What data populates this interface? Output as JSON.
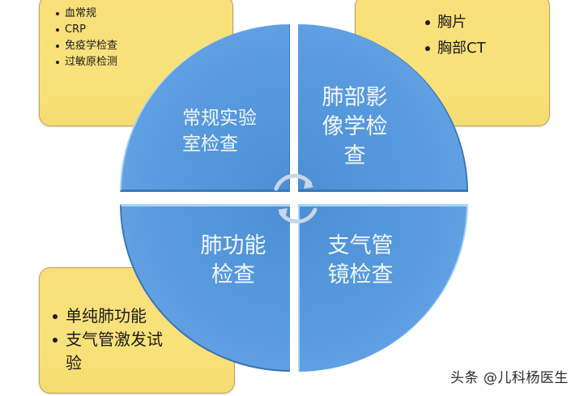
{
  "diagram": {
    "title": "",
    "quadrants": [
      {
        "id": "top-left",
        "label_lines": [
          "常规实验",
          "室检查"
        ]
      },
      {
        "id": "top-right",
        "label_lines": [
          "肺部影",
          "像学检",
          "查"
        ]
      },
      {
        "id": "bottom-left",
        "label_lines": [
          "肺功能",
          "检查"
        ]
      },
      {
        "id": "bottom-right",
        "label_lines": [
          "支气管",
          "镜检查"
        ]
      }
    ],
    "center_icon": "cycle-arrows-icon",
    "colors": {
      "quadrant_fill": "#5a9be0",
      "quadrant_highlight": "#a7d6f6",
      "callout_fill": "#f9e07a",
      "callout_border": "#b9a258",
      "text_light": "#f2f7fc",
      "text_dark": "#1b1b1b"
    }
  },
  "callouts": {
    "top_left": {
      "items": [
        "血常规",
        "CRP",
        "免疫学检查",
        "过敏原检测"
      ]
    },
    "top_right": {
      "items": [
        "胸片",
        "胸部CT"
      ]
    },
    "bottom_left": {
      "items": [
        "单纯肺功能",
        "支气管激发试验"
      ]
    }
  },
  "watermark": "头条 @儿科杨医生"
}
